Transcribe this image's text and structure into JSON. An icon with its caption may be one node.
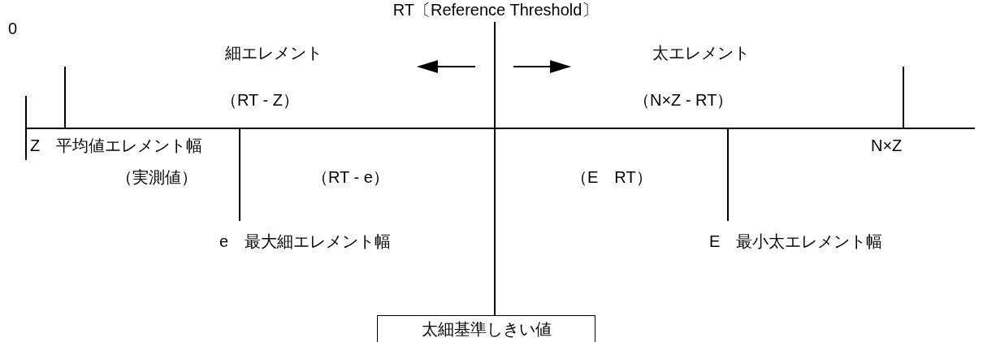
{
  "diagram": {
    "nodes": [
      {
        "text": [
          "RT〔Reference Threshold〕"
        ]
      },
      {
        "text": [
          "太細基準しきい値"
        ]
      }
    ],
    "edges": [
      {
        "from": 0,
        "to": 1,
        "arrow": "none"
      }
    ],
    "labels": [
      "0",
      "細エレメント",
      "太エレメント",
      "（RT - Z）",
      "（N×Z - RT）",
      "Z　平均値エレメント幅",
      "N×Z",
      "（実測値）",
      "（RT - e）",
      "（E　RT）",
      "e　最大細エレメント幅",
      "E　最小太エレメント幅"
    ]
  }
}
